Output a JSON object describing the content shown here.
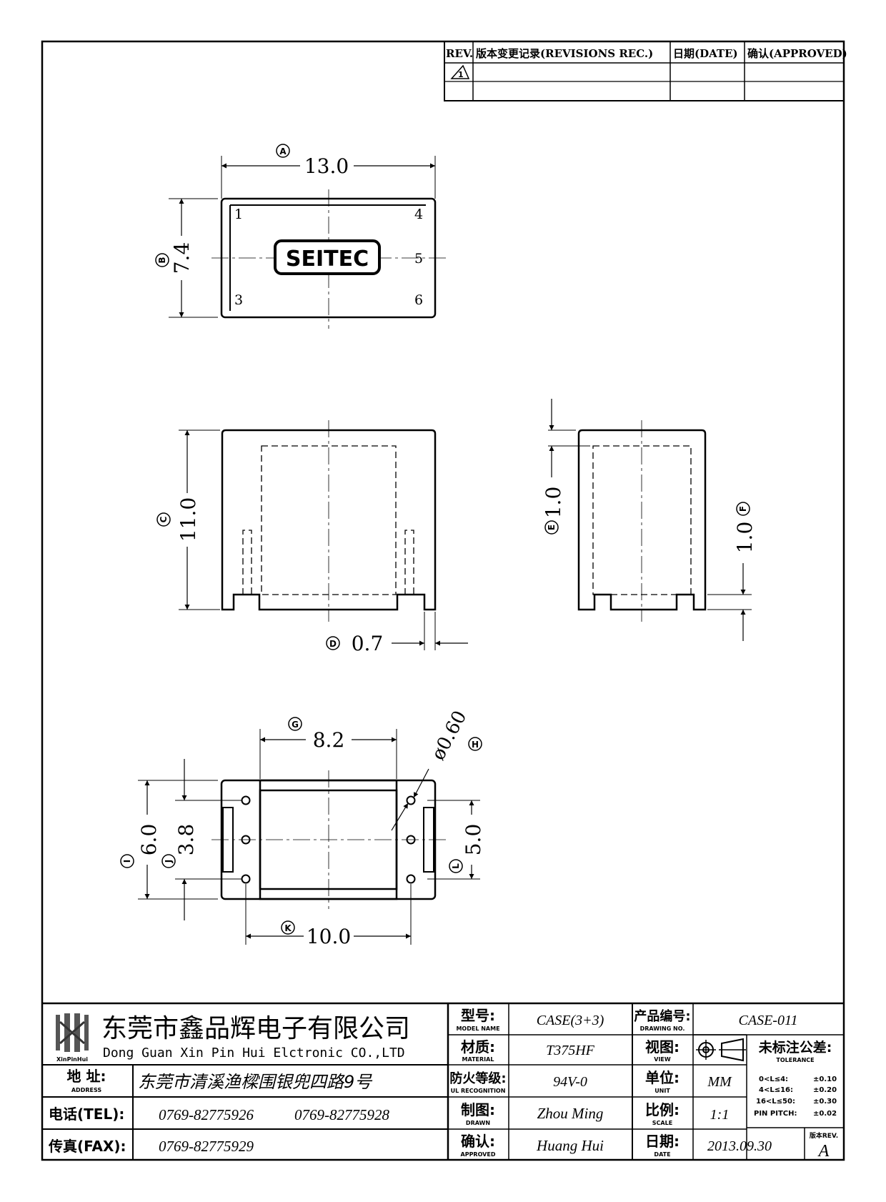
{
  "revision_table": {
    "rev_label": "REV.",
    "records_label": "版本变更记录(REVISIONS REC.)",
    "date_label": "日期(DATE)",
    "approved_label": "确认(APPROVED)",
    "rev_symbol": "1"
  },
  "top_view": {
    "logo_text": "SEITEC",
    "pins": [
      "1",
      "4",
      "5",
      "3",
      "6"
    ],
    "dim_a": {
      "marker": "A",
      "value": "13.0"
    },
    "dim_b": {
      "marker": "B",
      "value": "7.4"
    }
  },
  "front_view": {
    "dim_c": {
      "marker": "C",
      "value": "11.0"
    },
    "dim_d": {
      "marker": "D",
      "value": "0.7"
    }
  },
  "side_view": {
    "dim_e": {
      "marker": "E",
      "value": "1.0"
    },
    "dim_f": {
      "marker": "F",
      "value": "1.0"
    }
  },
  "bottom_view": {
    "dim_g": {
      "marker": "G",
      "value": "8.2"
    },
    "dim_h": {
      "marker": "H",
      "value": "ø0.60"
    },
    "dim_i": {
      "marker": "I",
      "value": "6.0"
    },
    "dim_j": {
      "marker": "J",
      "value": "3.8"
    },
    "dim_l": {
      "marker": "L",
      "value": "5.0"
    },
    "dim_k": {
      "marker": "K",
      "value": "10.0"
    }
  },
  "title_block": {
    "company_cn": "东莞市鑫品辉电子有限公司",
    "company_en": "Dong Guan Xin Pin Hui Elctronic CO.,LTD",
    "logo_caption": "XinPinHui",
    "address_label": "地 址:",
    "address_label_en": "ADDRESS",
    "address_value": "东莞市清溪渔樑围银兜四路9号",
    "tel_label": "电话(TEL):",
    "tel_value_1": "0769-82775926",
    "tel_value_2": "0769-82775928",
    "fax_label": "传真(FAX):",
    "fax_value": "0769-82775929",
    "model_label": "型号:",
    "model_label_en": "MODEL NAME",
    "model_value": "CASE(3+3)",
    "material_label": "材质:",
    "material_label_en": "MATERIAL",
    "material_value": "T375HF",
    "ul_label": "防火等级:",
    "ul_label_en": "UL RECOGNITION",
    "ul_value": "94V-0",
    "drawn_label": "制图:",
    "drawn_label_en": "DRAWN",
    "drawn_value": "Zhou Ming",
    "approved_label": "确认:",
    "approved_label_en": "APPROVED",
    "approved_value": "Huang Hui",
    "drawing_no_label": "产品编号:",
    "drawing_no_label_en": "DRAWING NO.",
    "drawing_no_value": "CASE-011",
    "view_label": "视图:",
    "view_label_en": "VIEW",
    "unit_label": "单位:",
    "unit_label_en": "UNIT",
    "unit_value": "MM",
    "scale_label": "比例:",
    "scale_label_en": "SCALE",
    "scale_value": "1:1",
    "date_label": "日期:",
    "date_label_en": "DATE",
    "date_value": "2013.09.30",
    "tolerance_label": "未标注公差:",
    "tolerance_label_en": "TOLERANCE",
    "tolerance_rows": [
      {
        "range": "0<L≤4:",
        "value": "±0.10"
      },
      {
        "range": "4<L≤16:",
        "value": "±0.20"
      },
      {
        "range": "16<L≤50:",
        "value": "±0.30"
      },
      {
        "range": "PIN PITCH:",
        "value": "±0.02"
      }
    ],
    "rev_label": "版本REV.",
    "rev_value": "A"
  }
}
